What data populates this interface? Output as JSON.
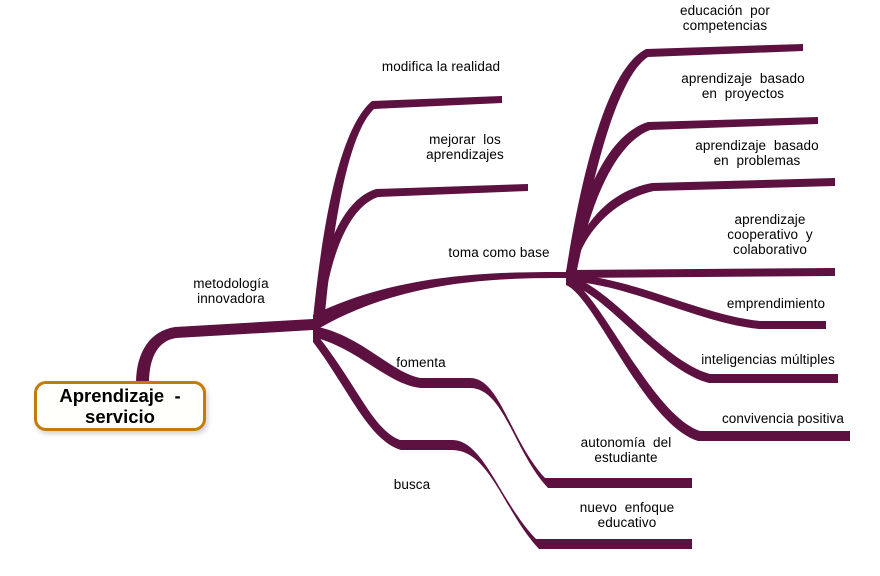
{
  "diagram": {
    "type": "mind-map",
    "title": "Aprendizaje - servicio",
    "background_color": "#ffffff",
    "branch_color": "#5c1140",
    "root_border_color": "#c47b0a",
    "root_fill_color": "#fffffb",
    "text_color": "#000000"
  },
  "root": {
    "label": "Aprendizaje  -\nservicio"
  },
  "branches": {
    "metodologia": {
      "label": "metodología\ninnovadora"
    },
    "modifica": {
      "label": "modifica la realidad"
    },
    "mejorar": {
      "label": "mejorar  los\naprendizajes"
    },
    "toma_como_base": {
      "label": "toma como base"
    },
    "fomenta": {
      "label": "fomenta"
    },
    "busca": {
      "label": "busca"
    }
  },
  "leaves": {
    "educacion_competencias": {
      "label": "educación  por\ncompetencias"
    },
    "aprendizaje_proyectos": {
      "label": "aprendizaje  basado\nen  proyectos"
    },
    "aprendizaje_problemas": {
      "label": "aprendizaje  basado\nen  problemas"
    },
    "aprendizaje_cooperativo": {
      "label": "aprendizaje\ncooperativo  y\ncolaborativo"
    },
    "emprendimiento": {
      "label": "emprendimiento"
    },
    "inteligencias_multiples": {
      "label": "inteligencias múltiples"
    },
    "convivencia_positiva": {
      "label": "convivencia positiva"
    },
    "autonomia_estudiante": {
      "label": "autonomía  del\nestudiante"
    },
    "nuevo_enfoque": {
      "label": "nuevo  enfoque\neducativo"
    }
  }
}
